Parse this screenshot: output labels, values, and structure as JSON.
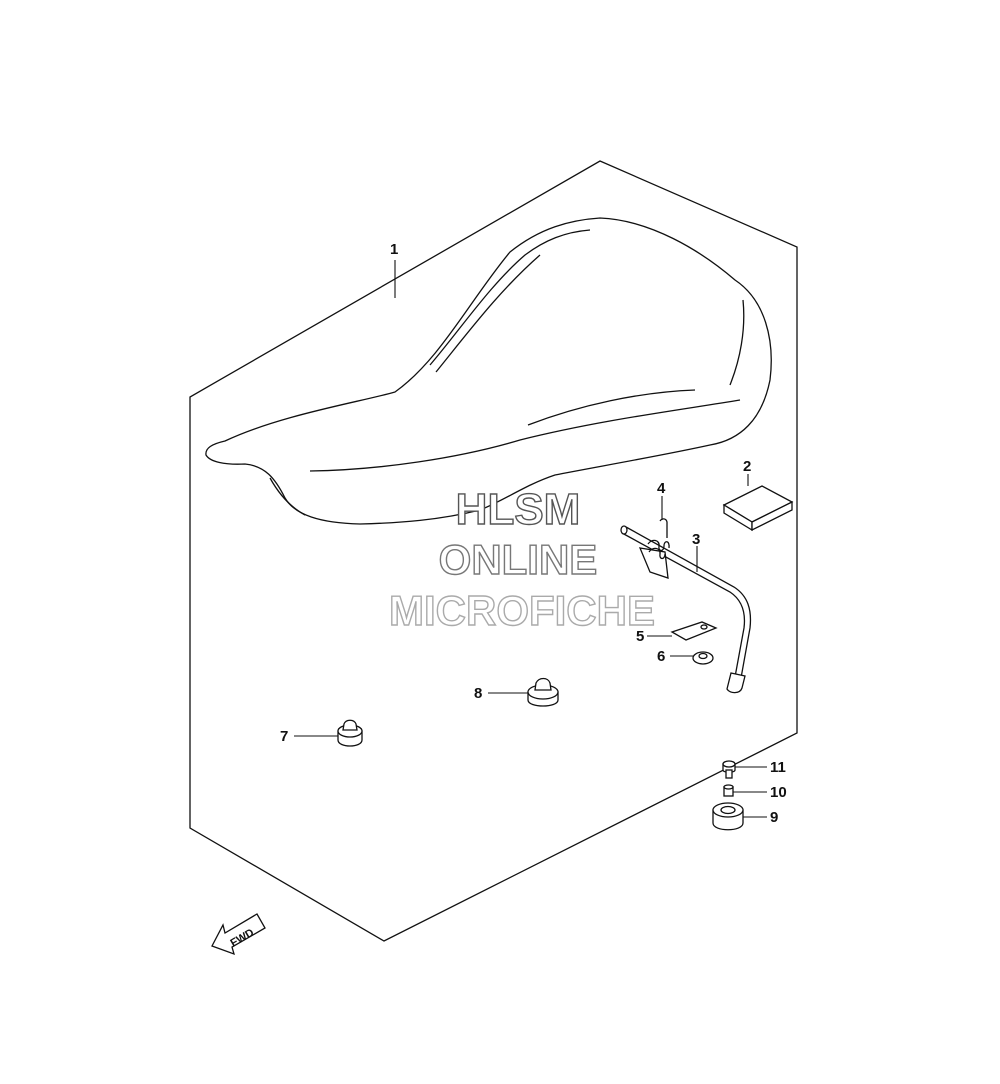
{
  "watermark": {
    "line1": "HLSM",
    "line2": "ONLINE",
    "line3": "MICROFICHE",
    "color_line1": "#555555",
    "color_line2": "#777777",
    "color_line3": "#aaaaaa"
  },
  "callouts": {
    "c1": "1",
    "c2": "2",
    "c3": "3",
    "c4": "4",
    "c5": "5",
    "c6": "6",
    "c7": "7",
    "c8": "8",
    "c9": "9",
    "c10": "10",
    "c11": "11"
  },
  "fwd_label": "FWD",
  "icons": {
    "fwd_arrow": "fwd-arrow-icon"
  }
}
